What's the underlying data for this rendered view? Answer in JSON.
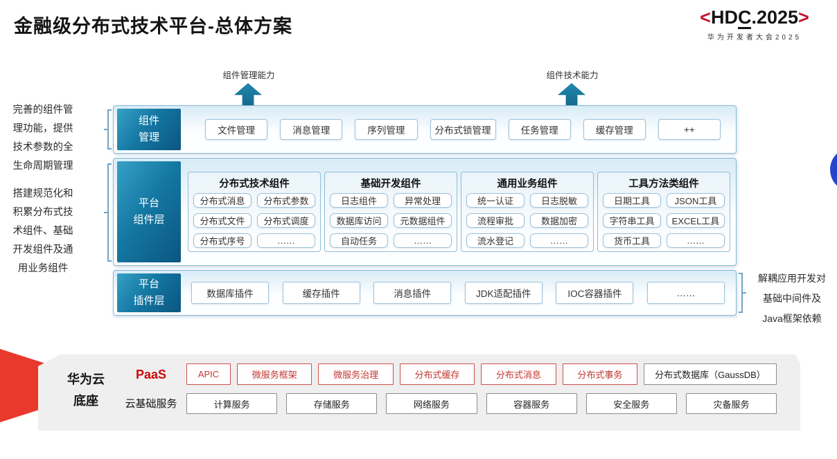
{
  "title": "金融级分布式技术平台-总体方案",
  "logo": {
    "bracket_left": "<",
    "prefix": "HD",
    "underlined": "C",
    "suffix": ".2025",
    "bracket_right": ">",
    "subtitle": "华为开发者大会2025"
  },
  "capability_arrows": [
    {
      "label": "组件管理能力"
    },
    {
      "label": "组件技术能力"
    }
  ],
  "left_notes": [
    [
      "完善的组件管",
      "理功能，提供",
      "技术参数的全",
      "生命周期管理"
    ],
    [
      "搭建规范化和",
      "积累分布式技",
      "术组件、基础",
      "开发组件及通",
      "用业务组件"
    ]
  ],
  "right_note": [
    "解耦应用开发对",
    "基础中间件及",
    "Java框架依赖"
  ],
  "layers": {
    "management": {
      "label": [
        "组件",
        "管理"
      ],
      "items": [
        "文件管理",
        "消息管理",
        "序列管理",
        "分布式锁管理",
        "任务管理",
        "缓存管理",
        "++"
      ]
    },
    "components": {
      "label": [
        "平台",
        "组件层"
      ],
      "groups": [
        {
          "title": "分布式技术组件",
          "items": [
            "分布式消息",
            "分布式参数",
            "分布式文件",
            "分布式调度",
            "分布式序号",
            "……"
          ]
        },
        {
          "title": "基础开发组件",
          "items": [
            "日志组件",
            "异常处理",
            "数据库访问",
            "元数据组件",
            "自动任务",
            "……"
          ]
        },
        {
          "title": "通用业务组件",
          "items": [
            "统一认证",
            "日志脱敏",
            "流程审批",
            "数据加密",
            "流水登记",
            "……"
          ]
        },
        {
          "title": "工具方法类组件",
          "items": [
            "日期工具",
            "JSON工具",
            "字符串工具",
            "EXCEL工具",
            "货币工具",
            "……"
          ]
        }
      ]
    },
    "plugins": {
      "label": [
        "平台",
        "插件层"
      ],
      "items": [
        "数据库插件",
        "缓存插件",
        "消息插件",
        "JDK适配插件",
        "IOC容器插件",
        "……"
      ]
    }
  },
  "foundation": {
    "label": [
      "华为云",
      "底座"
    ],
    "paas_label": "PaaS",
    "paas_items": [
      "APIC",
      "微服务框架",
      "微服务治理",
      "分布式缓存",
      "分布式消息",
      "分布式事务"
    ],
    "paas_db": "分布式数据库（GaussDB）",
    "iaas_label": "云基础服务",
    "iaas_items": [
      "计算服务",
      "存储服务",
      "网络服务",
      "容器服务",
      "安全服务",
      "灾备服务"
    ]
  },
  "colors": {
    "layer_label_teal_dark": "#0B5680",
    "layer_label_teal_light": "#37A0C6",
    "accent_red": "#C8102E",
    "box_border_blue": "#9CC2DB",
    "circle_blue": "#2444CE",
    "foundation_gray": "#EFEFEF"
  }
}
